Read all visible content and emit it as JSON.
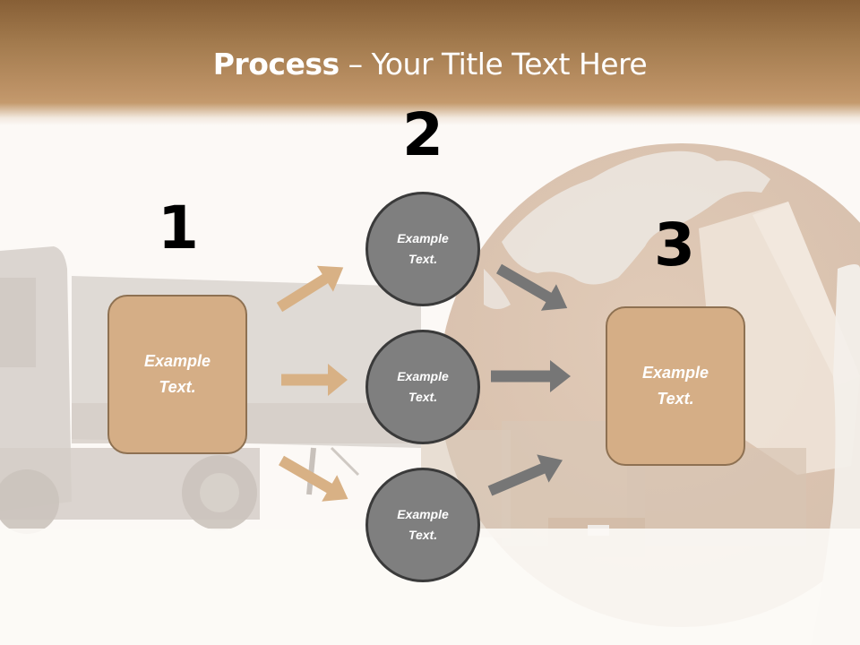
{
  "slide": {
    "title": {
      "bold": "Process",
      "rest": " – Your Title Text Here"
    },
    "steps": [
      {
        "number": "1",
        "label_line1": "Example",
        "label_line2": "Text."
      },
      {
        "number": "2"
      },
      {
        "number": "3",
        "label_line1": "Example",
        "label_line2": "Text."
      }
    ],
    "circles": [
      {
        "label_line1": "Example",
        "label_line2": "Text."
      },
      {
        "label_line1": "Example",
        "label_line2": "Text."
      },
      {
        "label_line1": "Example",
        "label_line2": "Text."
      }
    ],
    "colors": {
      "header_top": "#875f36",
      "header_bottom": "#c49a6d",
      "box_fill": "#d5ae86",
      "box_border": "#8e7152",
      "circle_fill": "#7f7f7f",
      "circle_border": "#3a3a3a",
      "arrow_tan": "#d8b185",
      "arrow_gray": "#767676"
    },
    "background_illustration": "faded truck, globe and cardboard boxes"
  }
}
